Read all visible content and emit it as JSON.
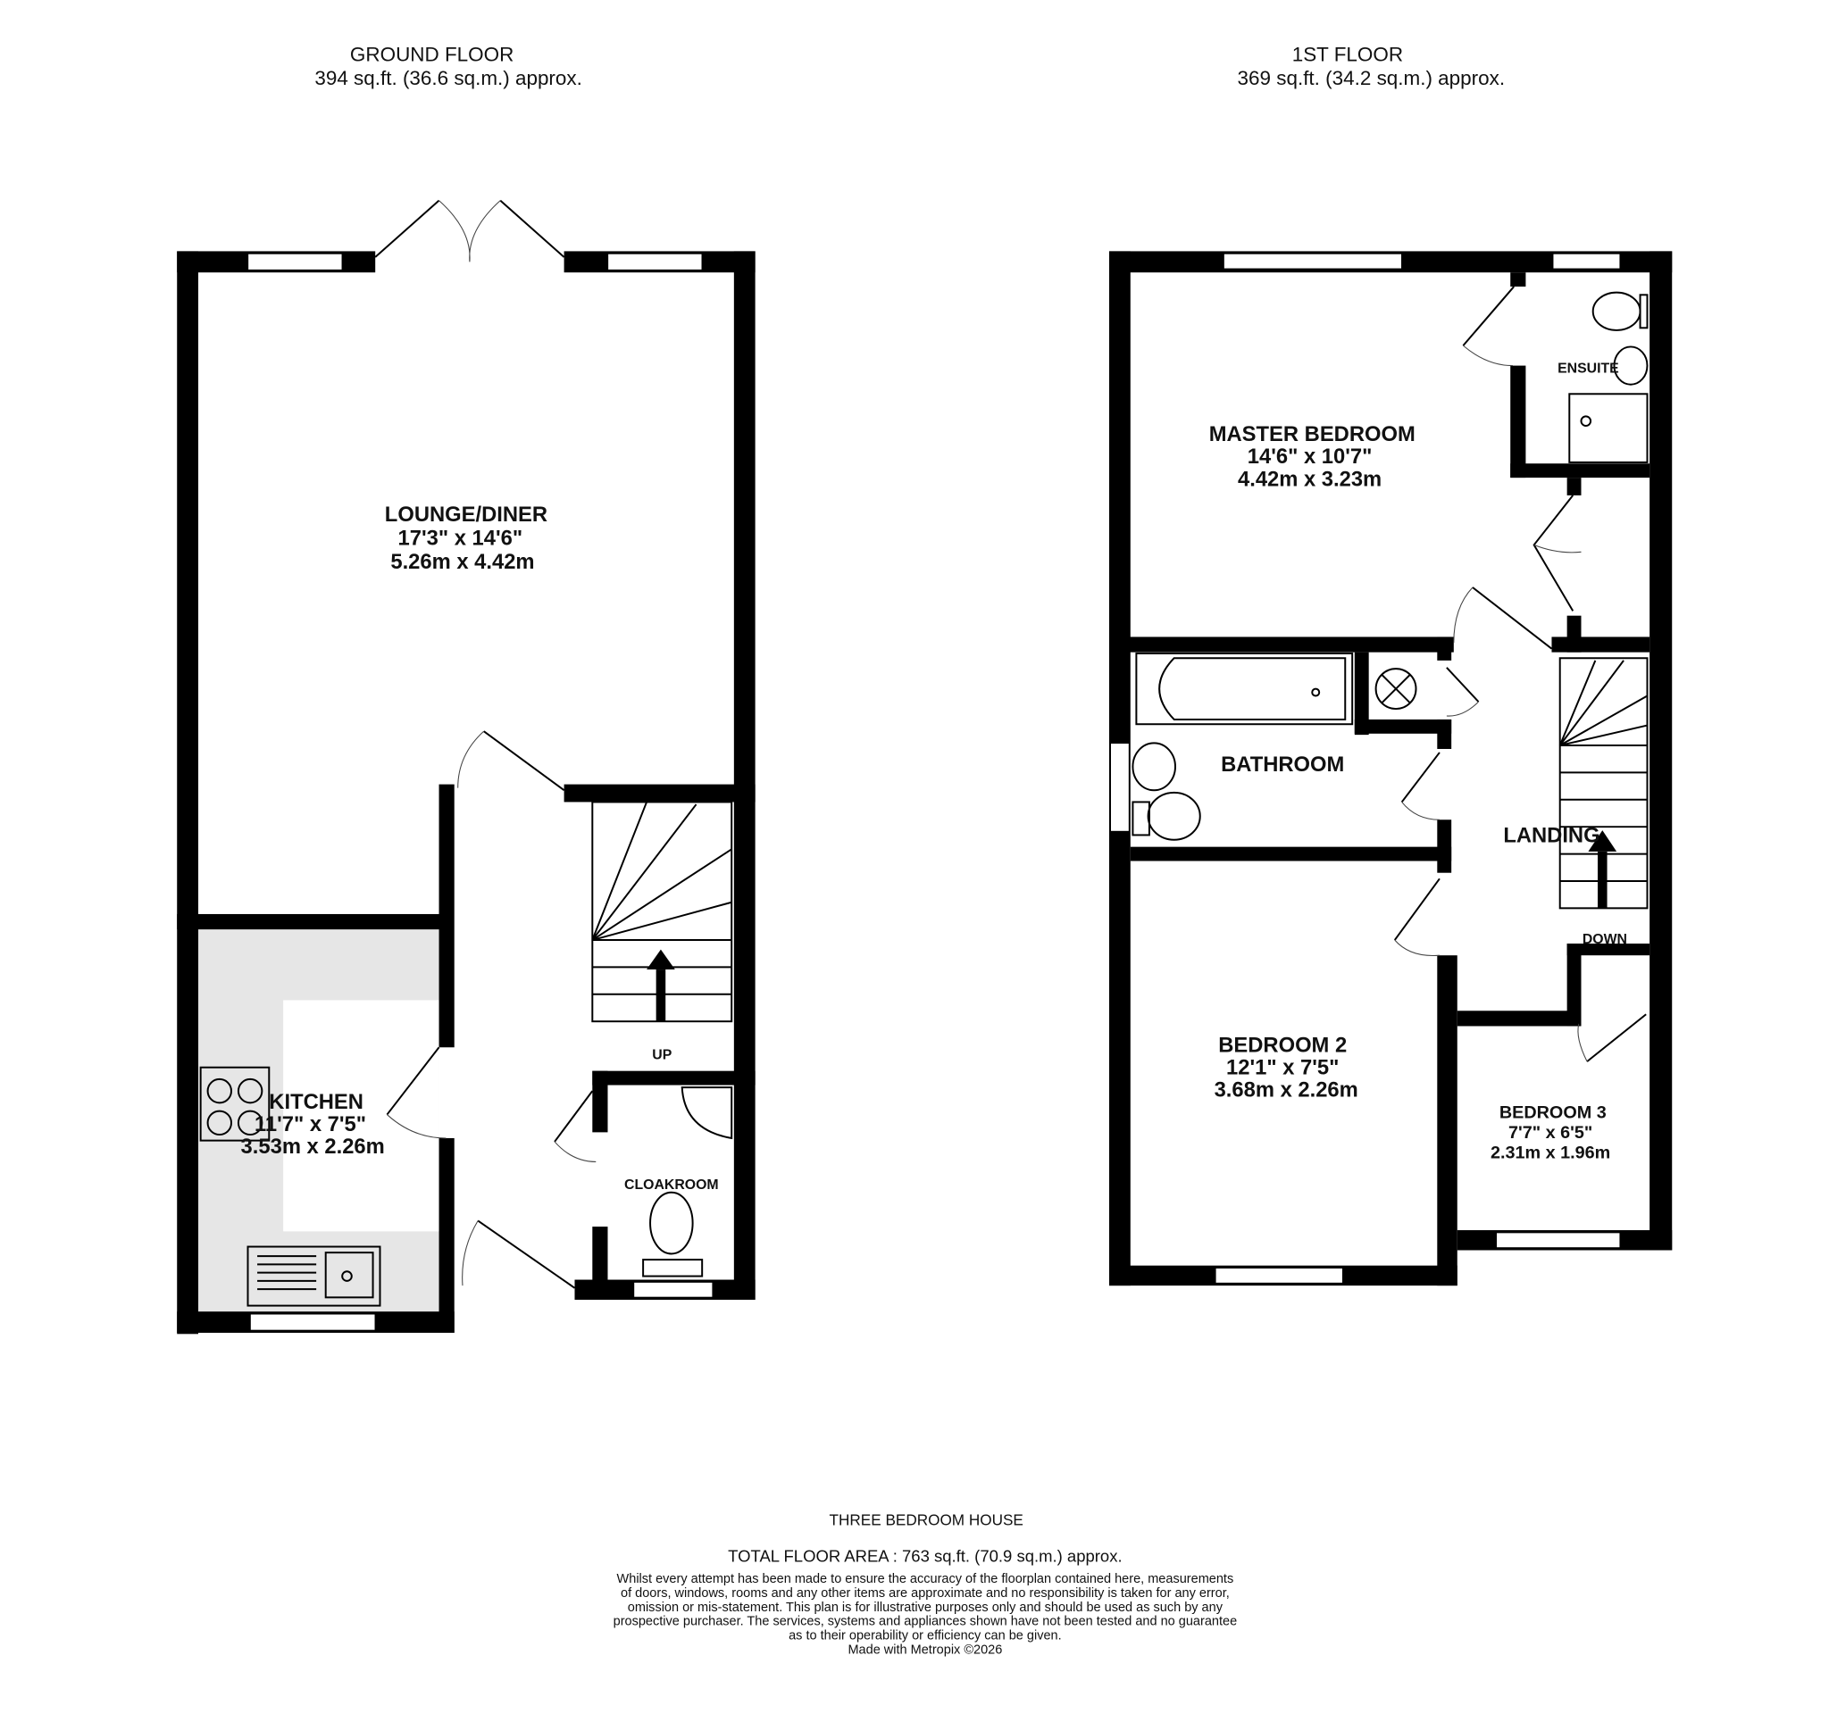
{
  "ground_floor": {
    "title": "GROUND FLOOR",
    "area": "394 sq.ft. (36.6 sq.m.) approx.",
    "rooms": [
      {
        "name": "LOUNGE/DINER",
        "imperial": "17'3\"  x 14'6\"",
        "metric": "5.26m  x 4.42m"
      },
      {
        "name": "KITCHEN",
        "imperial": "11'7\"  x 7'5\"",
        "metric": "3.53m  x 2.26m"
      },
      {
        "name": "CLOAKROOM"
      }
    ],
    "stairs_label": "UP"
  },
  "first_floor": {
    "title": "1ST FLOOR",
    "area": "369 sq.ft. (34.2 sq.m.) approx.",
    "rooms": [
      {
        "name": "MASTER BEDROOM",
        "imperial": "14'6\"  x 10'7\"",
        "metric": "4.42m  x 3.23m"
      },
      {
        "name": "ENSUITE"
      },
      {
        "name": "BATHROOM"
      },
      {
        "name": "LANDING"
      },
      {
        "name": "BEDROOM 2",
        "imperial": "12'1\"  x 7'5\"",
        "metric": "3.68m  x 2.26m"
      },
      {
        "name": "BEDROOM 3",
        "imperial": "7'7\"  x 6'5\"",
        "metric": "2.31m  x 1.96m"
      }
    ],
    "stairs_label": "DOWN"
  },
  "footer": {
    "property": "THREE BEDROOM HOUSE",
    "total": "TOTAL FLOOR AREA : 763 sq.ft. (70.9 sq.m.) approx.",
    "disclaimer": [
      "Whilst every attempt has been made to ensure the accuracy of the floorplan contained here, measurements",
      "of doors, windows, rooms and any other items are approximate and no responsibility is taken for any error,",
      "omission or mis-statement. This plan is for illustrative purposes only and should be used as such by any",
      "prospective purchaser. The services, systems and appliances shown have not been tested and no guarantee",
      "as to their operability or efficiency can be given."
    ],
    "credit": "Made with Metropix ©2026"
  }
}
